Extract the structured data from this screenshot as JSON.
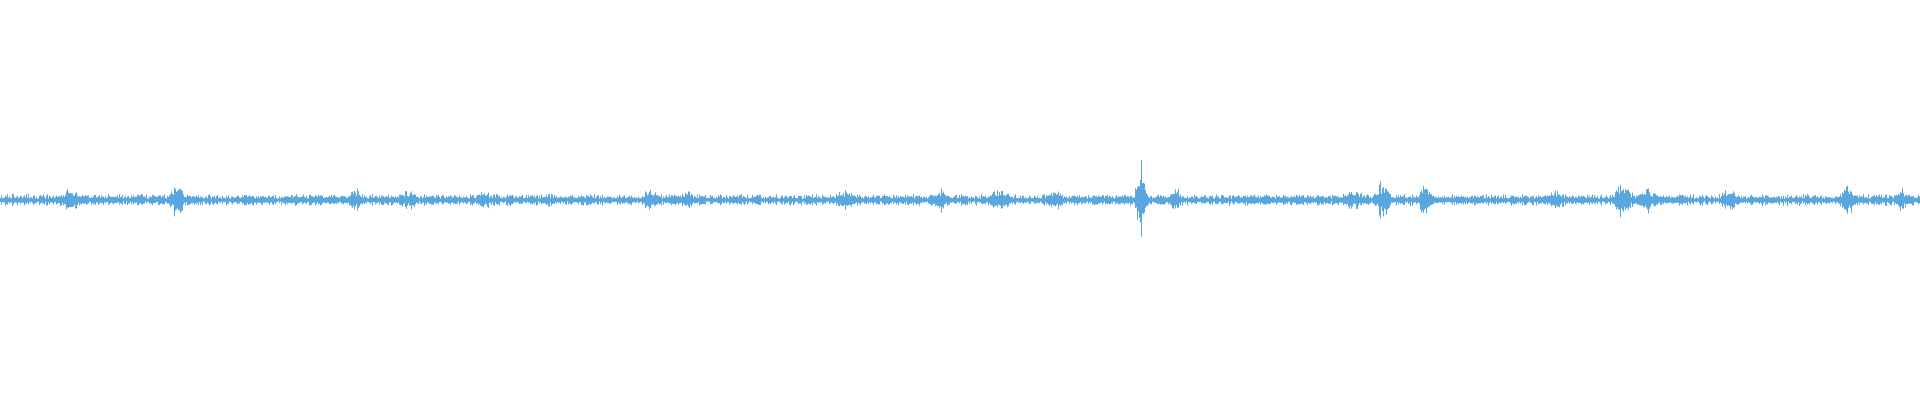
{
  "waveform": {
    "color": "#5aa7e0",
    "amplitude_scale": "normalized",
    "baseline_amplitude": 0.012,
    "bursts": [
      {
        "position": 0.037,
        "amplitude": 0.035,
        "spread": 0.006
      },
      {
        "position": 0.092,
        "amplitude": 0.05,
        "spread": 0.004
      },
      {
        "position": 0.185,
        "amplitude": 0.035,
        "spread": 0.004
      },
      {
        "position": 0.212,
        "amplitude": 0.03,
        "spread": 0.006
      },
      {
        "position": 0.252,
        "amplitude": 0.03,
        "spread": 0.004
      },
      {
        "position": 0.285,
        "amplitude": 0.025,
        "spread": 0.004
      },
      {
        "position": 0.338,
        "amplitude": 0.03,
        "spread": 0.005
      },
      {
        "position": 0.358,
        "amplitude": 0.03,
        "spread": 0.004
      },
      {
        "position": 0.44,
        "amplitude": 0.03,
        "spread": 0.006
      },
      {
        "position": 0.49,
        "amplitude": 0.04,
        "spread": 0.003
      },
      {
        "position": 0.52,
        "amplitude": 0.035,
        "spread": 0.006
      },
      {
        "position": 0.55,
        "amplitude": 0.03,
        "spread": 0.005
      },
      {
        "position": 0.594,
        "amplitude": 0.13,
        "spread": 0.0025
      },
      {
        "position": 0.612,
        "amplitude": 0.04,
        "spread": 0.003
      },
      {
        "position": 0.705,
        "amplitude": 0.03,
        "spread": 0.006
      },
      {
        "position": 0.72,
        "amplitude": 0.06,
        "spread": 0.004
      },
      {
        "position": 0.742,
        "amplitude": 0.045,
        "spread": 0.004
      },
      {
        "position": 0.81,
        "amplitude": 0.025,
        "spread": 0.008
      },
      {
        "position": 0.845,
        "amplitude": 0.055,
        "spread": 0.005
      },
      {
        "position": 0.858,
        "amplitude": 0.04,
        "spread": 0.005
      },
      {
        "position": 0.9,
        "amplitude": 0.03,
        "spread": 0.006
      },
      {
        "position": 0.962,
        "amplitude": 0.045,
        "spread": 0.004
      },
      {
        "position": 0.99,
        "amplitude": 0.035,
        "spread": 0.004
      }
    ]
  }
}
